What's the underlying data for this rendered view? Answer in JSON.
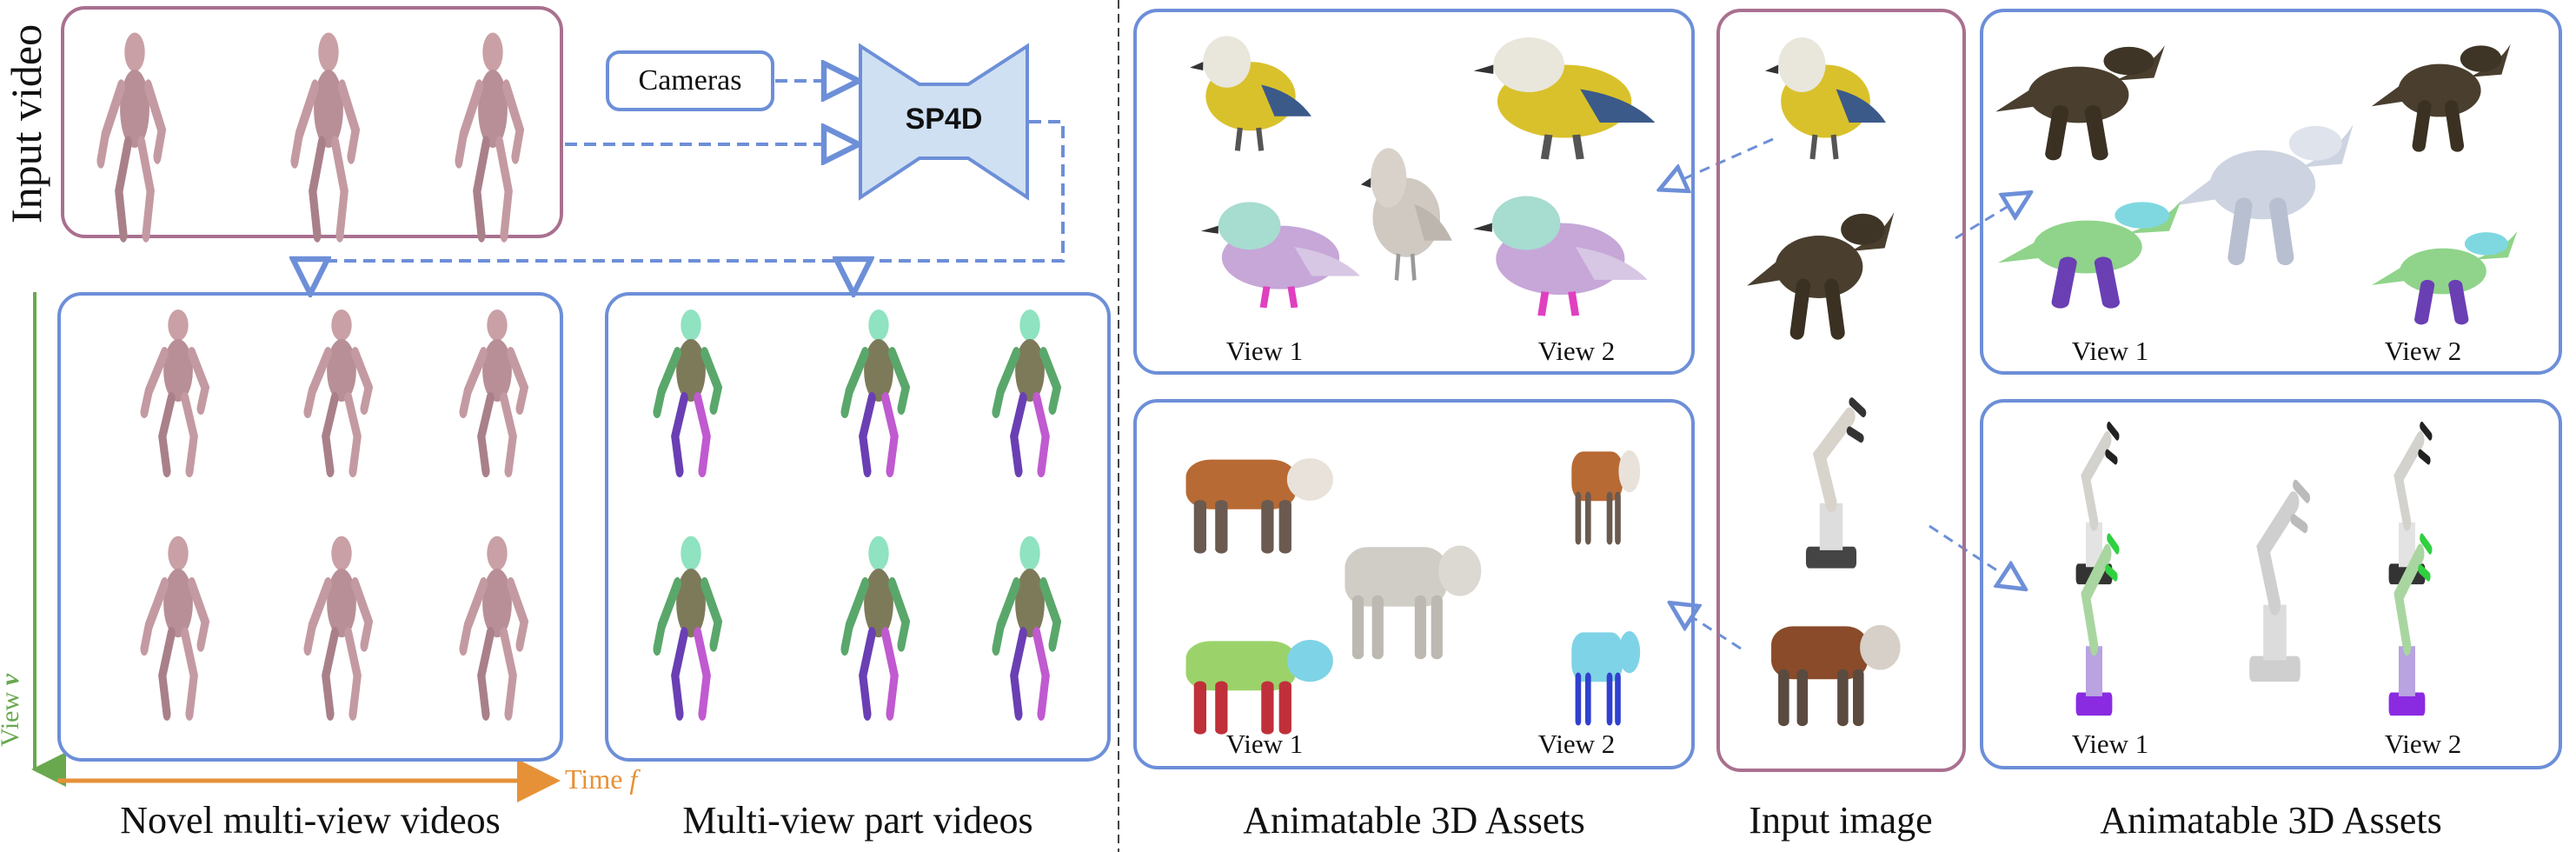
{
  "left_panel": {
    "input_label": "Input video",
    "cameras_label": "Cameras",
    "model_label": "SP4D",
    "view_axis_label": "View",
    "view_axis_var": "v",
    "time_axis_label": "Time",
    "time_axis_var": "f",
    "captions": [
      "Novel multi-view videos",
      "Multi-view part videos"
    ]
  },
  "right_panel": {
    "captions": [
      "Animatable 3D Assets",
      "Input image",
      "Animatable 3D Assets"
    ],
    "view_labels": [
      "View 1",
      "View 2"
    ]
  },
  "colors": {
    "blue_box": "#6d8fd8",
    "pink_box": "#a9708f",
    "model_fill": "#cfe0f3",
    "view_axis": "#6aa84f",
    "time_axis": "#e69138"
  }
}
